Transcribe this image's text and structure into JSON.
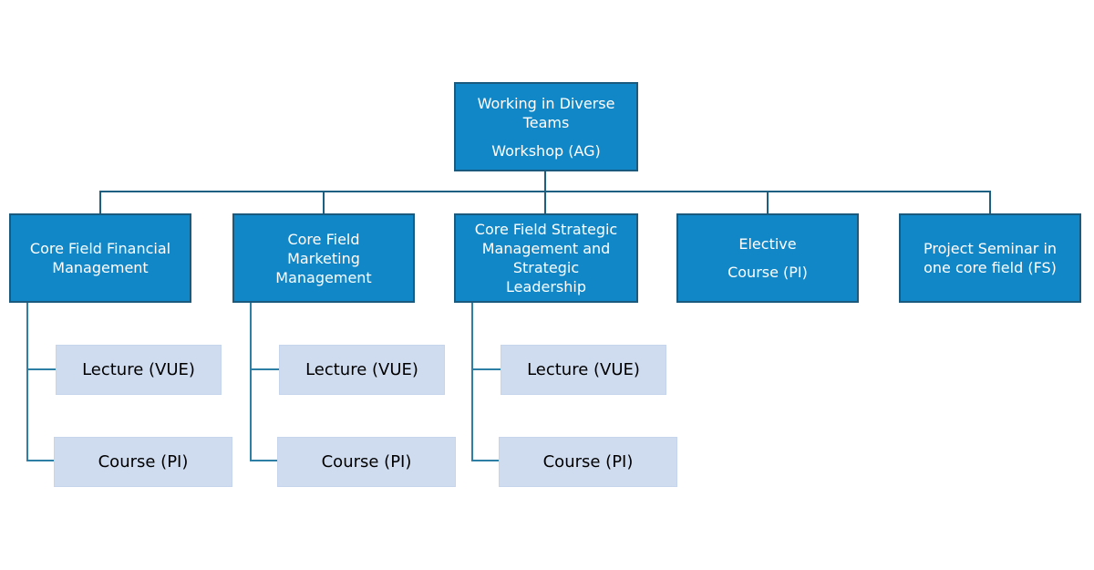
{
  "diagram": {
    "type": "hierarchy-org-chart",
    "root": {
      "label": "Working in Diverse Teams",
      "lines": [
        "Working in Diverse",
        "Teams"
      ],
      "subtitle": "Workshop (AG)"
    },
    "branches": [
      {
        "label": "Core Field Financial Management",
        "lines": [
          "Core Field Financial",
          "Management"
        ],
        "children": [
          {
            "label": "Lecture (VUE)"
          },
          {
            "label": "Course (PI)"
          }
        ]
      },
      {
        "label": "Core Field Marketing Management",
        "lines": [
          "Core Field",
          "Marketing",
          "Management"
        ],
        "children": [
          {
            "label": "Lecture (VUE)"
          },
          {
            "label": "Course (PI)"
          }
        ]
      },
      {
        "label": "Core Field Strategic Management and Strategic Leadership",
        "lines": [
          "Core Field Strategic",
          "Management and",
          "Strategic",
          "Leadership"
        ],
        "children": [
          {
            "label": "Lecture (VUE)"
          },
          {
            "label": "Course (PI)"
          }
        ]
      },
      {
        "label": "Elective",
        "subtitle": "Course (PI)",
        "children": []
      },
      {
        "label": "Project Seminar in one core field (FS)",
        "lines": [
          "Project Seminar in",
          "one core field (FS)"
        ],
        "children": []
      }
    ],
    "colors": {
      "background": "#ffffff",
      "parent_fill": "#1287c8",
      "parent_border": "#1a5a7e",
      "parent_text": "#ffffff",
      "child_fill": "#cfdcf0",
      "child_border": "#c6d4ec",
      "child_text": "#000000",
      "connector_dark": "#1b5f82",
      "connector_teal": "#2e7fa6"
    }
  }
}
